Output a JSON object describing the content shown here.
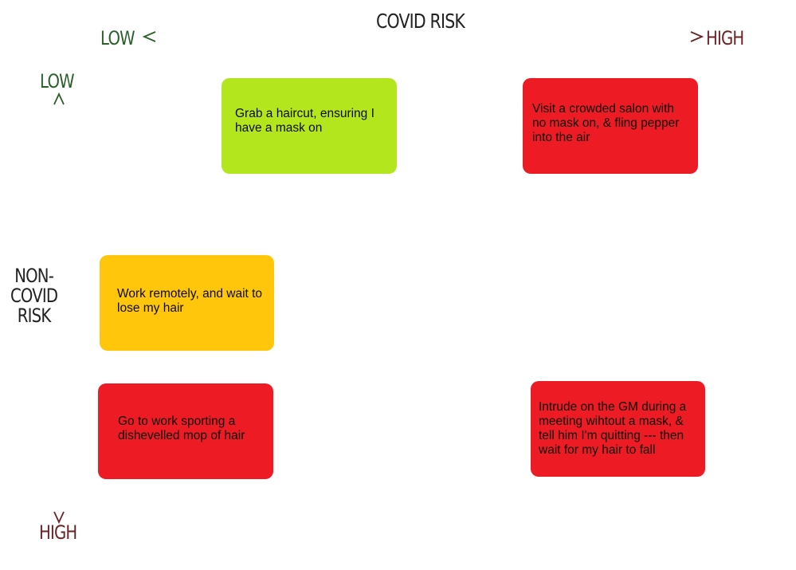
{
  "axes": {
    "x": {
      "title": "COVID RISK",
      "low_label": "LOW",
      "high_label": "HIGH"
    },
    "y": {
      "title": "NON-\nCOVID\nRISK",
      "low_label": "LOW",
      "high_label": "HIGH"
    }
  },
  "colors": {
    "low_end": "#2a5e2a",
    "high_end": "#6b2326",
    "green_card": "#b4e61e",
    "red_card": "#ed1c24",
    "amber_card": "#ffc60b"
  },
  "cards": [
    {
      "text": "Grab a haircut, ensuring I have a mask on",
      "color": "#b4e61e"
    },
    {
      "text": "Visit a crowded salon with no mask on, & fling pepper into the air",
      "color": "#ed1c24"
    },
    {
      "text": "Work remotely, and wait to lose my hair",
      "color": "#ffc60b"
    },
    {
      "text": "Go to work sporting a dishevelled mop of hair",
      "color": "#ed1c24"
    },
    {
      "text": "Intrude on the GM during a meeting wihtout a mask, & tell him I'm quitting --- then wait for my hair to fall",
      "color": "#ed1c24"
    }
  ]
}
